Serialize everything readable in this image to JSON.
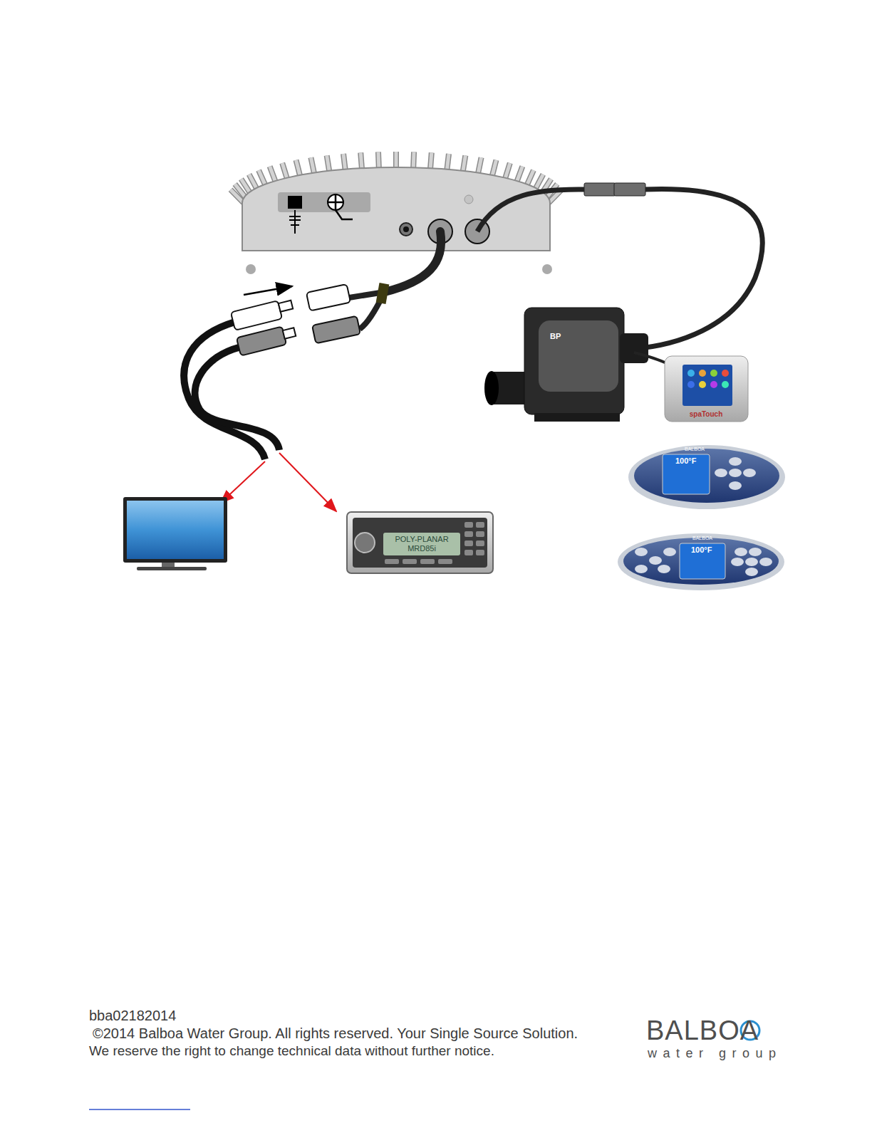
{
  "diagram": {
    "labels": [
      "bba02182014",
      "©2014 Balboa Water Group. All rights reserved. Your Single Source Solution.",
      "We reserve the right to change technical data without further notice.",
      "BALBOA",
      "water group",
      "POLY-PLANAR",
      "MRD85i",
      "100°F",
      "100°F",
      "spaTouch",
      "BALBOA",
      "BALBOA",
      "BP"
    ]
  }
}
